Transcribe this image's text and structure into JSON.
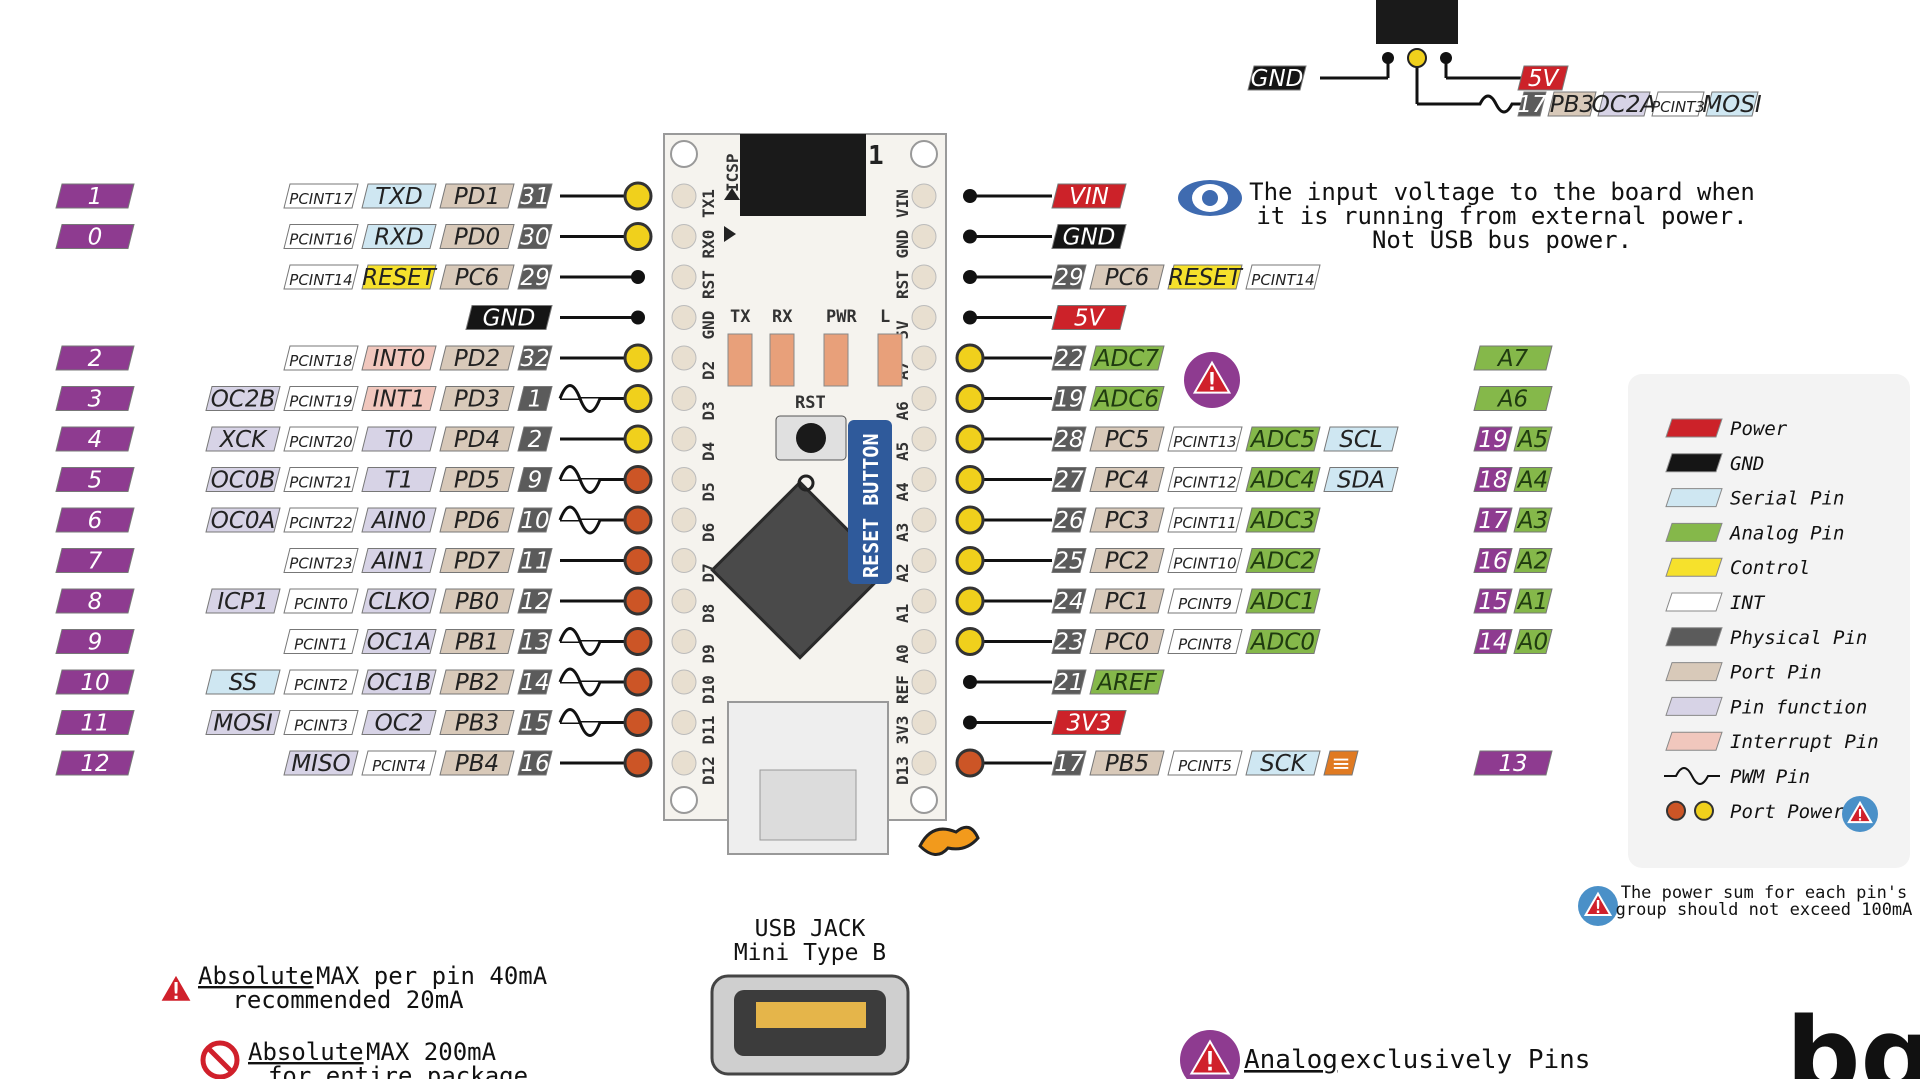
{
  "colors": {
    "power": "#cc2229",
    "gnd": "#151515",
    "serial": "#cfe7f2",
    "analog": "#85b84a",
    "control": "#f6e12c",
    "int": "#ffffff",
    "physical": "#5b5b5b",
    "port": "#d8c9b9",
    "func": "#d7d3e6",
    "interrupt": "#f1c7bd",
    "digital": "#8e3b90",
    "pinOrange": "#cc5526",
    "pinYellow": "#f0d01c",
    "pcb": "#f5f3ee",
    "usb": "#eeeeee"
  },
  "icsp_top": {
    "gnd": "GND",
    "v5": "5V",
    "row": [
      "17",
      "PB3",
      "OC2A",
      "PCINT3",
      "MOSI"
    ]
  },
  "board": {
    "icsp_label": "ICSP",
    "icsp_one": "1",
    "reset_button": "RESET BUTTON",
    "rst": "RST",
    "leds": [
      "TX",
      "RX",
      "PWR",
      "L"
    ],
    "left_pins": [
      "TX1",
      "RX0",
      "RST",
      "GND",
      "D2",
      "D3",
      "D4",
      "D5",
      "D6",
      "D7",
      "D8",
      "D9",
      "D10",
      "D11",
      "D12"
    ],
    "right_pins": [
      "VIN",
      "GND",
      "RST",
      "5V",
      "A7",
      "A6",
      "A5",
      "A4",
      "A3",
      "A2",
      "A1",
      "A0",
      "REF",
      "3V3",
      "D13"
    ]
  },
  "left_rows": [
    {
      "d": "1",
      "pwm": false,
      "dot": "yellow",
      "tags": [
        [
          "pcint",
          "PCINT17"
        ],
        [
          "serial",
          "TXD"
        ],
        [
          "port",
          "PD1"
        ],
        [
          "physical",
          "31"
        ]
      ]
    },
    {
      "d": "0",
      "pwm": false,
      "dot": "yellow",
      "tags": [
        [
          "pcint",
          "PCINT16"
        ],
        [
          "serial",
          "RXD"
        ],
        [
          "port",
          "PD0"
        ],
        [
          "physical",
          "30"
        ]
      ]
    },
    {
      "d": "",
      "pwm": false,
      "dot": "black",
      "tags": [
        [
          "pcint",
          "PCINT14"
        ],
        [
          "control",
          "RESET"
        ],
        [
          "port",
          "PC6"
        ],
        [
          "physical",
          "29"
        ]
      ]
    },
    {
      "d": "",
      "pwm": false,
      "dot": "black",
      "tags": [
        [
          "gnd",
          "GND"
        ]
      ]
    },
    {
      "d": "2",
      "pwm": false,
      "dot": "yellow",
      "tags": [
        [
          "pcint",
          "PCINT18"
        ],
        [
          "interrupt",
          "INT0"
        ],
        [
          "port",
          "PD2"
        ],
        [
          "physical",
          "32"
        ]
      ]
    },
    {
      "d": "3",
      "pwm": true,
      "dot": "yellow",
      "tags": [
        [
          "func",
          "OC2B"
        ],
        [
          "pcint",
          "PCINT19"
        ],
        [
          "interrupt",
          "INT1"
        ],
        [
          "port",
          "PD3"
        ],
        [
          "physical",
          "1"
        ]
      ]
    },
    {
      "d": "4",
      "pwm": false,
      "dot": "yellow",
      "tags": [
        [
          "func",
          "XCK"
        ],
        [
          "pcint",
          "PCINT20"
        ],
        [
          "func",
          "T0"
        ],
        [
          "port",
          "PD4"
        ],
        [
          "physical",
          "2"
        ]
      ]
    },
    {
      "d": "5",
      "pwm": true,
      "dot": "orange",
      "tags": [
        [
          "func",
          "OC0B"
        ],
        [
          "pcint",
          "PCINT21"
        ],
        [
          "func",
          "T1"
        ],
        [
          "port",
          "PD5"
        ],
        [
          "physical",
          "9"
        ]
      ]
    },
    {
      "d": "6",
      "pwm": true,
      "dot": "orange",
      "tags": [
        [
          "func",
          "OC0A"
        ],
        [
          "pcint",
          "PCINT22"
        ],
        [
          "func",
          "AIN0"
        ],
        [
          "port",
          "PD6"
        ],
        [
          "physical",
          "10"
        ]
      ]
    },
    {
      "d": "7",
      "pwm": false,
      "dot": "orange",
      "tags": [
        [
          "pcint",
          "PCINT23"
        ],
        [
          "func",
          "AIN1"
        ],
        [
          "port",
          "PD7"
        ],
        [
          "physical",
          "11"
        ]
      ]
    },
    {
      "d": "8",
      "pwm": false,
      "dot": "orange",
      "tags": [
        [
          "func",
          "ICP1"
        ],
        [
          "pcint",
          "PCINT0"
        ],
        [
          "func",
          "CLKO"
        ],
        [
          "port",
          "PB0"
        ],
        [
          "physical",
          "12"
        ]
      ]
    },
    {
      "d": "9",
      "pwm": true,
      "dot": "orange",
      "tags": [
        [
          "pcint",
          "PCINT1"
        ],
        [
          "func",
          "OC1A"
        ],
        [
          "port",
          "PB1"
        ],
        [
          "physical",
          "13"
        ]
      ]
    },
    {
      "d": "10",
      "pwm": true,
      "dot": "orange",
      "tags": [
        [
          "serial",
          "SS"
        ],
        [
          "pcint",
          "PCINT2"
        ],
        [
          "func",
          "OC1B"
        ],
        [
          "port",
          "PB2"
        ],
        [
          "physical",
          "14"
        ]
      ]
    },
    {
      "d": "11",
      "pwm": true,
      "dot": "orange",
      "tags": [
        [
          "func",
          "MOSI"
        ],
        [
          "pcint",
          "PCINT3"
        ],
        [
          "func",
          "OC2"
        ],
        [
          "port",
          "PB3"
        ],
        [
          "physical",
          "15"
        ]
      ]
    },
    {
      "d": "12",
      "pwm": false,
      "dot": "orange",
      "tags": [
        [
          "func",
          "MISO"
        ],
        [
          "pcint",
          "PCINT4"
        ],
        [
          "port",
          "PB4"
        ],
        [
          "physical",
          "16"
        ]
      ]
    }
  ],
  "right_rows": [
    {
      "a": [],
      "dot": "black",
      "tags": [
        [
          "power",
          "VIN"
        ]
      ]
    },
    {
      "a": [],
      "dot": "black",
      "tags": [
        [
          "gnd",
          "GND"
        ]
      ]
    },
    {
      "a": [],
      "dot": "black",
      "tags": [
        [
          "physical",
          "29"
        ],
        [
          "port",
          "PC6"
        ],
        [
          "control",
          "RESET"
        ],
        [
          "pcint",
          "PCINT14"
        ]
      ]
    },
    {
      "a": [],
      "dot": "black",
      "tags": [
        [
          "power",
          "5V"
        ]
      ]
    },
    {
      "a": [
        [
          "analog",
          "A7"
        ]
      ],
      "dot": "yellow",
      "tags": [
        [
          "physical",
          "22"
        ],
        [
          "analog",
          "ADC7"
        ]
      ]
    },
    {
      "a": [
        [
          "analog",
          "A6"
        ]
      ],
      "dot": "yellow",
      "tags": [
        [
          "physical",
          "19"
        ],
        [
          "analog",
          "ADC6"
        ]
      ]
    },
    {
      "a": [
        [
          "digital",
          "19"
        ],
        [
          "analog",
          "A5"
        ]
      ],
      "dot": "yellow",
      "tags": [
        [
          "physical",
          "28"
        ],
        [
          "port",
          "PC5"
        ],
        [
          "pcint",
          "PCINT13"
        ],
        [
          "analog",
          "ADC5"
        ],
        [
          "serial",
          "SCL"
        ]
      ]
    },
    {
      "a": [
        [
          "digital",
          "18"
        ],
        [
          "analog",
          "A4"
        ]
      ],
      "dot": "yellow",
      "tags": [
        [
          "physical",
          "27"
        ],
        [
          "port",
          "PC4"
        ],
        [
          "pcint",
          "PCINT12"
        ],
        [
          "analog",
          "ADC4"
        ],
        [
          "serial",
          "SDA"
        ]
      ]
    },
    {
      "a": [
        [
          "digital",
          "17"
        ],
        [
          "analog",
          "A3"
        ]
      ],
      "dot": "yellow",
      "tags": [
        [
          "physical",
          "26"
        ],
        [
          "port",
          "PC3"
        ],
        [
          "pcint",
          "PCINT11"
        ],
        [
          "analog",
          "ADC3"
        ]
      ]
    },
    {
      "a": [
        [
          "digital",
          "16"
        ],
        [
          "analog",
          "A2"
        ]
      ],
      "dot": "yellow",
      "tags": [
        [
          "physical",
          "25"
        ],
        [
          "port",
          "PC2"
        ],
        [
          "pcint",
          "PCINT10"
        ],
        [
          "analog",
          "ADC2"
        ]
      ]
    },
    {
      "a": [
        [
          "digital",
          "15"
        ],
        [
          "analog",
          "A1"
        ]
      ],
      "dot": "yellow",
      "tags": [
        [
          "physical",
          "24"
        ],
        [
          "port",
          "PC1"
        ],
        [
          "pcint",
          "PCINT9"
        ],
        [
          "analog",
          "ADC1"
        ]
      ]
    },
    {
      "a": [
        [
          "digital",
          "14"
        ],
        [
          "analog",
          "A0"
        ]
      ],
      "dot": "yellow",
      "tags": [
        [
          "physical",
          "23"
        ],
        [
          "port",
          "PC0"
        ],
        [
          "pcint",
          "PCINT8"
        ],
        [
          "analog",
          "ADC0"
        ]
      ]
    },
    {
      "a": [],
      "dot": "black",
      "tags": [
        [
          "physical",
          "21"
        ],
        [
          "analog",
          "AREF"
        ]
      ]
    },
    {
      "a": [],
      "dot": "black",
      "tags": [
        [
          "physical",
          "3V3"
        ],
        [
          "power",
          "3V3"
        ]
      ]
    },
    {
      "a": [
        [
          "digital",
          "13"
        ]
      ],
      "dot": "orange",
      "tags": [
        [
          "physical",
          "17"
        ],
        [
          "port",
          "PB5"
        ],
        [
          "pcint",
          "PCINT5"
        ],
        [
          "serial",
          "SCK"
        ],
        [
          "led",
          "≡"
        ]
      ]
    }
  ],
  "vin_note": [
    "The input voltage to the board when",
    "it is running from external power.",
    "Not USB bus power."
  ],
  "legend": [
    "Power",
    "GND",
    "Serial Pin",
    "Analog Pin",
    "Control",
    "INT",
    "Physical Pin",
    "Port Pin",
    "Pin function",
    "Interrupt Pin",
    "PWM Pin",
    "Port Power"
  ],
  "power_sum_note": [
    "The power sum for each pin's",
    "group should not exceed 100mA"
  ],
  "usb_label": [
    "USB JACK",
    "Mini Type B"
  ],
  "max_pin": {
    "u": "Absolute",
    "rest": " MAX per pin 40mA",
    "line2": "recommended 20mA"
  },
  "max_pkg": {
    "u": "Absolute",
    "rest": " MAX 200mA",
    "line2": "for entire package"
  },
  "analog_note": {
    "u": "Analog",
    "rest": " exclusively Pins"
  },
  "logo": "bq"
}
